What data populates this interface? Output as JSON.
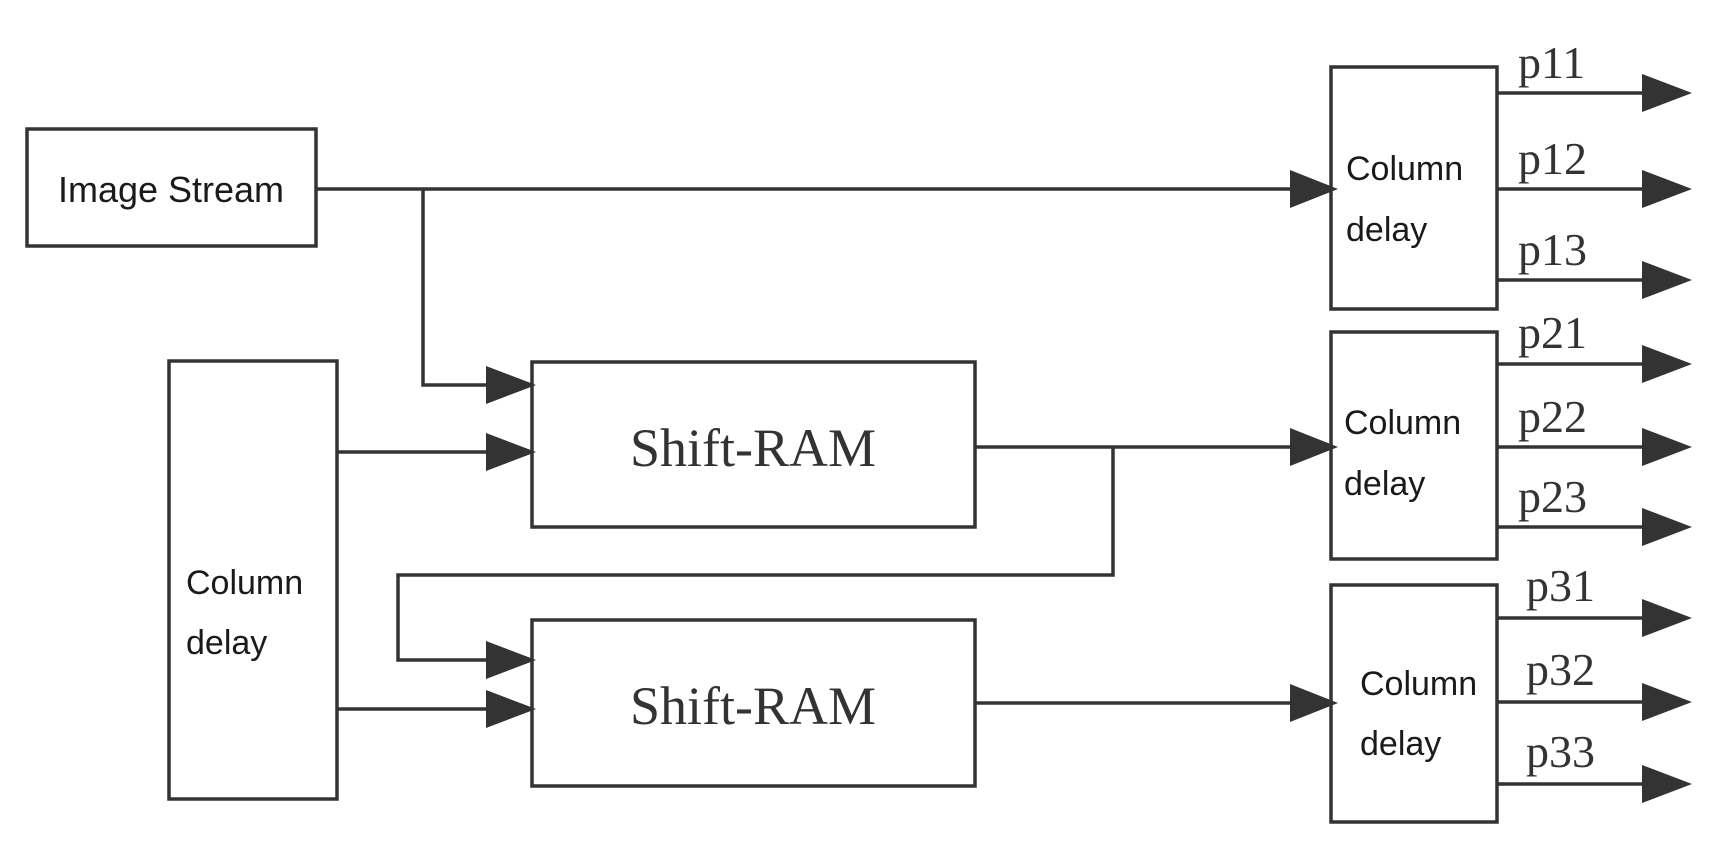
{
  "blocks": {
    "image_stream": "Image Stream",
    "column_delay_left": [
      "Column",
      "delay"
    ],
    "shift_ram_top": "Shift-RAM",
    "shift_ram_bottom": "Shift-RAM",
    "column_delay_row1": [
      "Column",
      "delay"
    ],
    "column_delay_row2": [
      "Column",
      "delay"
    ],
    "column_delay_row3": [
      "Column",
      "delay"
    ]
  },
  "outputs": {
    "row1": [
      "p11",
      "p12",
      "p13"
    ],
    "row2": [
      "p21",
      "p22",
      "p23"
    ],
    "row3": [
      "p31",
      "p32",
      "p33"
    ]
  }
}
